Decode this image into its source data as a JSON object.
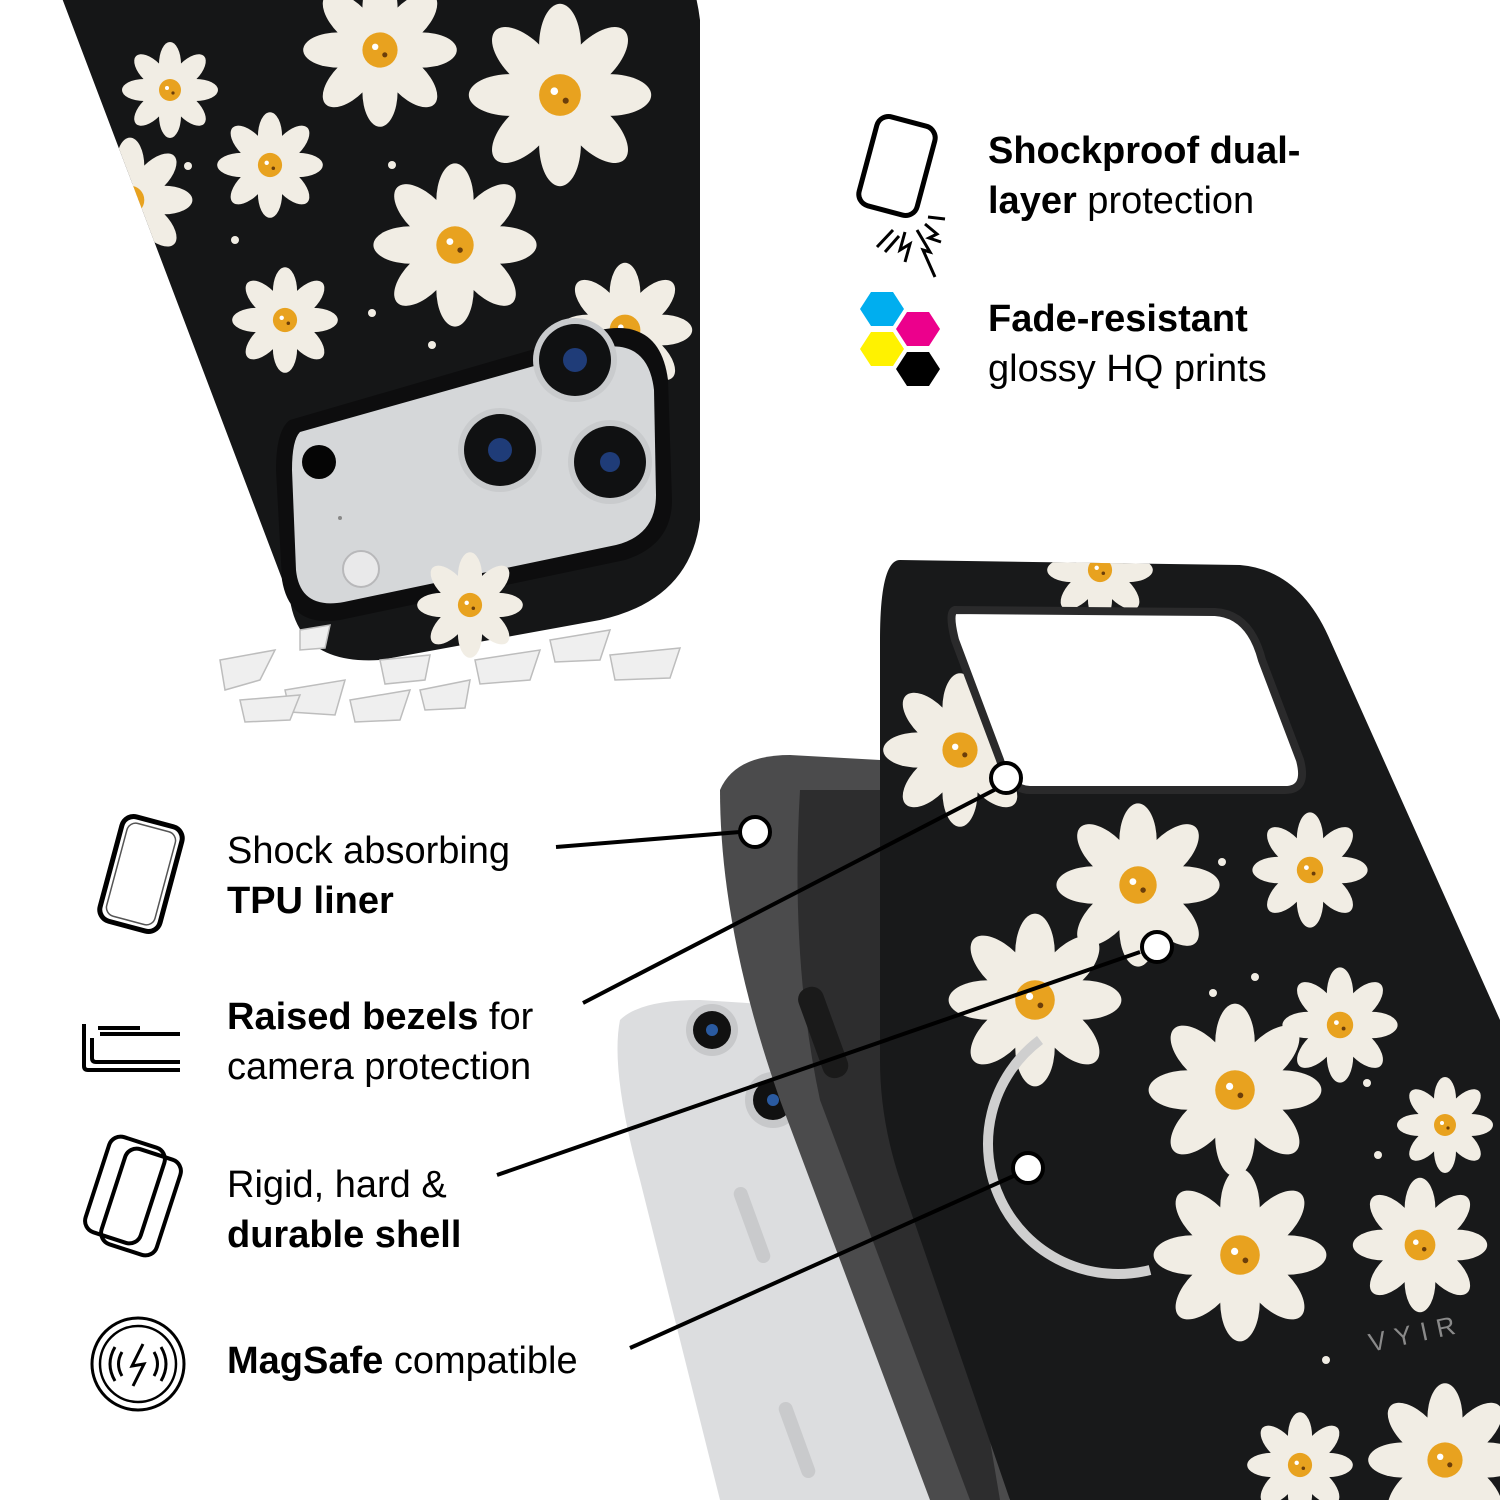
{
  "features_top": [
    {
      "id": "shockproof",
      "bold": "Shockproof dual-",
      "bold2": "layer",
      "regular2": " protection",
      "icon": "phone-drop-impact-icon"
    },
    {
      "id": "fade-resistant",
      "bold": "Fade-resistant",
      "regular2": "glossy HQ prints",
      "icon": "cmyk-hexagons-icon"
    }
  ],
  "features_left": [
    {
      "id": "tpu-liner",
      "line1_regular": "Shock absorbing",
      "line2_bold": "TPU liner",
      "icon": "phone-outline-double-border-icon"
    },
    {
      "id": "raised-bezels",
      "line1_bold": "Raised bezels",
      "line1_regular": " for",
      "line2_regular": "camera protection",
      "icon": "raised-bezel-layers-icon"
    },
    {
      "id": "durable-shell",
      "line1_regular": "Rigid, hard &",
      "line2_bold": "durable shell",
      "icon": "stacked-phone-shells-icon"
    },
    {
      "id": "magsafe",
      "line1_bold": "MagSafe",
      "line1_regular": " compatible",
      "icon": "wireless-charging-icon"
    }
  ],
  "brand": {
    "logo_text": "VYIR"
  },
  "colors": {
    "case_black": "#151617",
    "daisy_petal": "#f1ede4",
    "daisy_center": "#e8a21f",
    "liner_gray": "#4a4a4b",
    "phone_silver": "#d9dadb",
    "cmyk_cyan": "#00aeef",
    "cmyk_magenta": "#ec008c",
    "cmyk_yellow": "#fff200",
    "cmyk_black": "#000000"
  }
}
